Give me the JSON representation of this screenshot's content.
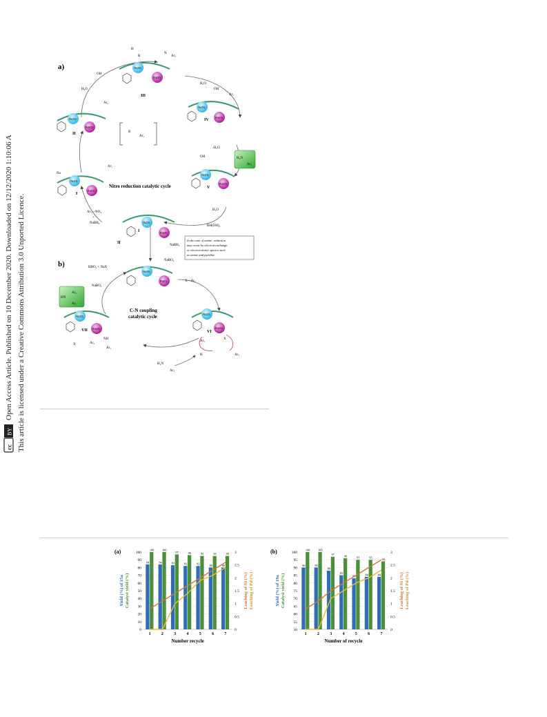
{
  "sidebar": {
    "line1": "Open Access Article. Published on 10 December 2020. Downloaded on 12/12/2020 1:10:06 AM.",
    "line2": "This article is licensed under a Creative Commons Attribution 3.0 Unported Licence.",
    "cc_badge": "cc",
    "by_badge": "BY"
  },
  "scheme": {
    "panel_a": "a)",
    "panel_b": "b)",
    "cycle1_label": "Nitro reduction catalytic cycle",
    "cycle2_label_line1": "C-N coupling",
    "cycle2_label_line2": "catalytic cycle",
    "note": [
      "In the case of amine: reduction",
      "may occur by electron-exchange",
      "or electron-donor species such",
      "as amine and pyridine"
    ],
    "node_ni": "Ni(II)",
    "node_pd": "Pd(II)",
    "node_pd0": "Pd(0)",
    "roman": [
      "I",
      "II",
      "III",
      "IV",
      "V",
      "VI",
      "VII"
    ],
    "reagents": {
      "oh": "OH",
      "h2o": "H₂O",
      "ar1": "Ar₁",
      "nabh4": "NaBH₄",
      "nabo2": "NaBO₂",
      "bhoh2": "BH(OH)₂",
      "ar1no2": "Ar₁—NO₂",
      "plus": "+",
      "hbo2nax": "HBO₂ + NaX",
      "xar2": "X—Ar₂",
      "h2n": "H₂N",
      "h2o_minus": "-H₂O",
      "product_amine": "H₂N",
      "product_hn": "HN",
      "ar2": "Ar₂",
      "nh": "NH",
      "x": "X",
      "h": "H",
      "b": "B",
      "n": "N",
      "na": "Na"
    }
  },
  "charts": [
    {
      "panel": "(a)",
      "ylabel_left": [
        "Yield (%) of 15a",
        "Catalyst yield (%)"
      ],
      "ylabel_right": [
        "Leaching of Ni (%)",
        "Leaching of Pd (%)"
      ],
      "xlabel": "Number recycle"
    },
    {
      "panel": "(b)",
      "ylabel_left": [
        "Yield (%) of 19a",
        "Catalyst yield (%)"
      ],
      "ylabel_right": [
        "Leaching of Ni (%)",
        "Leaching of Pd (%)"
      ],
      "xlabel": "Number of recycle"
    }
  ],
  "chart_data": [
    {
      "type": "bar",
      "categories": [
        "1",
        "2",
        "3",
        "4",
        "5",
        "6",
        "7"
      ],
      "series": [
        {
          "values": [
            84,
            84,
            83,
            82,
            82,
            80,
            80
          ],
          "color": "#2f6db5"
        },
        {
          "values": [
            100,
            100,
            97,
            96,
            95,
            95,
            95
          ],
          "color": "#4c8f3a"
        }
      ],
      "line_series": [
        {
          "values": [
            0.8,
            1.1,
            1.4,
            1.7,
            2.0,
            2.3,
            2.6
          ],
          "color": "#d9723a"
        },
        {
          "values": [
            0,
            0,
            1.0,
            1.4,
            1.9,
            2.1,
            2.4
          ],
          "color": "#f0b928"
        }
      ],
      "ylim": [
        0,
        100
      ],
      "yticks": [
        0,
        10,
        20,
        30,
        40,
        50,
        60,
        70,
        80,
        90,
        100
      ],
      "y2lim": [
        0,
        3
      ],
      "y2ticks": [
        "0",
        "0.5",
        "1",
        "1.5",
        "2",
        "2.5",
        "3"
      ]
    },
    {
      "type": "bar",
      "categories": [
        "1",
        "2",
        "3",
        "4",
        "5",
        "6",
        "7"
      ],
      "series": [
        {
          "values": [
            90,
            90,
            88,
            85,
            83,
            84,
            84
          ],
          "color": "#2f6db5"
        },
        {
          "values": [
            100,
            100,
            97,
            96,
            95,
            95,
            94
          ],
          "color": "#4c8f3a"
        }
      ],
      "line_series": [
        {
          "values": [
            0.8,
            1.1,
            1.5,
            1.8,
            2.1,
            2.4,
            2.7
          ],
          "color": "#d9723a"
        },
        {
          "values": [
            0,
            0,
            1.2,
            1.5,
            1.8,
            2.0,
            2.3
          ],
          "color": "#f0b928"
        }
      ],
      "ylim": [
        50,
        100
      ],
      "yticks": [
        50,
        55,
        60,
        65,
        70,
        75,
        80,
        85,
        90,
        95,
        100
      ],
      "y2lim": [
        0,
        3
      ],
      "y2ticks": [
        "0",
        "0.5",
        "1",
        "1.5",
        "2",
        "2.5",
        "3"
      ]
    }
  ]
}
